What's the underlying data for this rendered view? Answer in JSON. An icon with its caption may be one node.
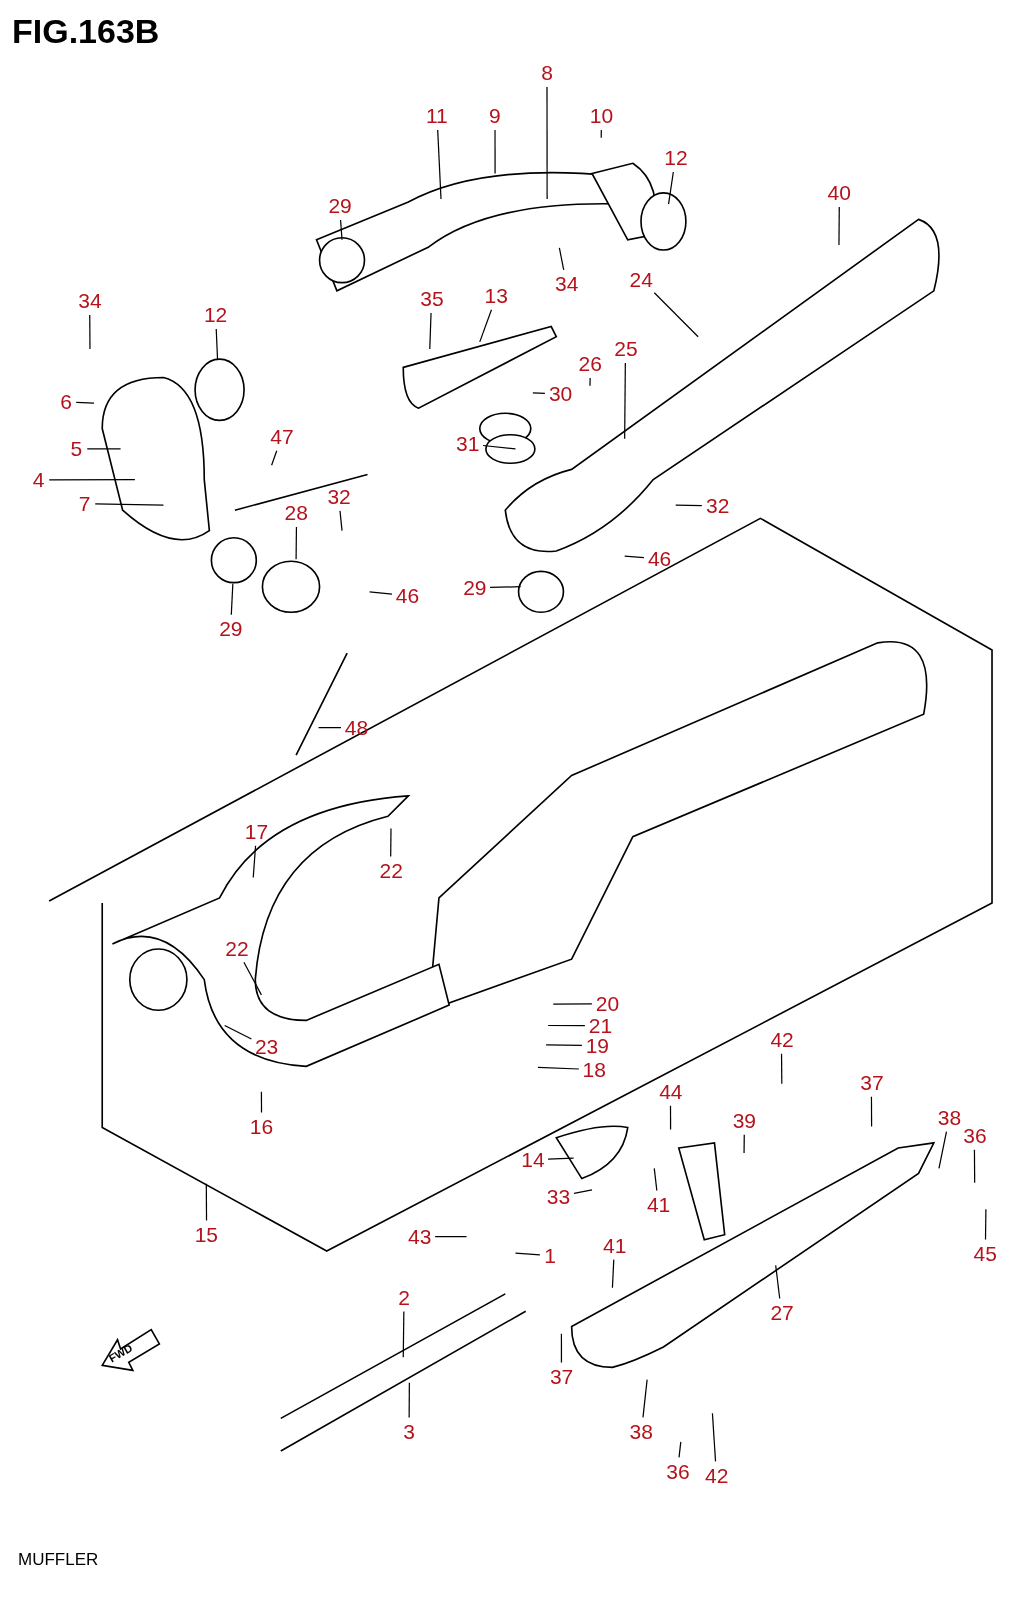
{
  "diagram": {
    "title": "FIG.163B",
    "caption": "MUFFLER",
    "nodes": [
      {
        "text": [
          "8"
        ]
      },
      {
        "text": [
          "11"
        ]
      },
      {
        "text": [
          "9"
        ]
      },
      {
        "text": [
          "10"
        ]
      },
      {
        "text": [
          "12"
        ]
      },
      {
        "text": [
          "40"
        ]
      },
      {
        "text": [
          "29"
        ]
      },
      {
        "text": [
          "34"
        ]
      },
      {
        "text": [
          "24"
        ]
      },
      {
        "text": [
          "34"
        ]
      },
      {
        "text": [
          "35"
        ]
      },
      {
        "text": [
          "13"
        ]
      },
      {
        "text": [
          "12"
        ]
      },
      {
        "text": [
          "26"
        ]
      },
      {
        "text": [
          "25"
        ]
      },
      {
        "text": [
          "6"
        ]
      },
      {
        "text": [
          "30"
        ]
      },
      {
        "text": [
          "5"
        ]
      },
      {
        "text": [
          "47"
        ]
      },
      {
        "text": [
          "31"
        ]
      },
      {
        "text": [
          "4"
        ]
      },
      {
        "text": [
          "7"
        ]
      },
      {
        "text": [
          "32"
        ]
      },
      {
        "text": [
          "32"
        ]
      },
      {
        "text": [
          "28"
        ]
      },
      {
        "text": [
          "46"
        ]
      },
      {
        "text": [
          "29"
        ]
      },
      {
        "text": [
          "46"
        ]
      },
      {
        "text": [
          "29"
        ]
      },
      {
        "text": [
          "48"
        ]
      },
      {
        "text": [
          "17"
        ]
      },
      {
        "text": [
          "22"
        ]
      },
      {
        "text": [
          "22"
        ]
      },
      {
        "text": [
          "20"
        ]
      },
      {
        "text": [
          "21"
        ]
      },
      {
        "text": [
          "23"
        ]
      },
      {
        "text": [
          "19"
        ]
      },
      {
        "text": [
          "42"
        ]
      },
      {
        "text": [
          "18"
        ]
      },
      {
        "text": [
          "37"
        ]
      },
      {
        "text": [
          "44"
        ]
      },
      {
        "text": [
          "16"
        ]
      },
      {
        "text": [
          "38"
        ]
      },
      {
        "text": [
          "39"
        ]
      },
      {
        "text": [
          "36"
        ]
      },
      {
        "text": [
          "14"
        ]
      },
      {
        "text": [
          "33"
        ]
      },
      {
        "text": [
          "41"
        ]
      },
      {
        "text": [
          "15"
        ]
      },
      {
        "text": [
          "43"
        ]
      },
      {
        "text": [
          "1"
        ]
      },
      {
        "text": [
          "45"
        ]
      },
      {
        "text": [
          "41"
        ]
      },
      {
        "text": [
          "2"
        ]
      },
      {
        "text": [
          "27"
        ]
      },
      {
        "text": [
          "37"
        ]
      },
      {
        "text": [
          "3"
        ]
      },
      {
        "text": [
          "38"
        ]
      },
      {
        "text": [
          "36"
        ]
      },
      {
        "text": [
          "42"
        ]
      }
    ],
    "edges": [
      {
        "from": 0,
        "to": null,
        "arrow": "none"
      },
      {
        "from": 1,
        "to": null,
        "arrow": "none"
      },
      {
        "from": 2,
        "to": null,
        "arrow": "none"
      },
      {
        "from": 3,
        "to": null,
        "arrow": "none"
      },
      {
        "from": 4,
        "to": null,
        "arrow": "none"
      },
      {
        "from": 5,
        "to": null,
        "arrow": "none"
      },
      {
        "from": 6,
        "to": null,
        "arrow": "none"
      },
      {
        "from": 7,
        "to": null,
        "arrow": "none"
      },
      {
        "from": 8,
        "to": null,
        "arrow": "none"
      },
      {
        "from": 9,
        "to": null,
        "arrow": "none"
      },
      {
        "from": 10,
        "to": null,
        "arrow": "none"
      },
      {
        "from": 11,
        "to": null,
        "arrow": "none"
      },
      {
        "from": 12,
        "to": null,
        "arrow": "none"
      },
      {
        "from": 13,
        "to": null,
        "arrow": "none"
      },
      {
        "from": 14,
        "to": null,
        "arrow": "none"
      },
      {
        "from": 15,
        "to": null,
        "arrow": "none"
      },
      {
        "from": 16,
        "to": null,
        "arrow": "none"
      },
      {
        "from": 17,
        "to": null,
        "arrow": "none"
      },
      {
        "from": 18,
        "to": null,
        "arrow": "none"
      },
      {
        "from": 19,
        "to": null,
        "arrow": "none"
      },
      {
        "from": 20,
        "to": null,
        "arrow": "none"
      },
      {
        "from": 21,
        "to": null,
        "arrow": "none"
      },
      {
        "from": 22,
        "to": null,
        "arrow": "none"
      },
      {
        "from": 23,
        "to": null,
        "arrow": "none"
      },
      {
        "from": 24,
        "to": null,
        "arrow": "none"
      },
      {
        "from": 25,
        "to": null,
        "arrow": "none"
      },
      {
        "from": 26,
        "to": null,
        "arrow": "none"
      },
      {
        "from": 27,
        "to": null,
        "arrow": "none"
      },
      {
        "from": 28,
        "to": null,
        "arrow": "none"
      },
      {
        "from": 29,
        "to": null,
        "arrow": "none"
      },
      {
        "from": 30,
        "to": null,
        "arrow": "none"
      },
      {
        "from": 31,
        "to": null,
        "arrow": "none"
      },
      {
        "from": 32,
        "to": null,
        "arrow": "none"
      },
      {
        "from": 33,
        "to": null,
        "arrow": "none"
      },
      {
        "from": 34,
        "to": null,
        "arrow": "none"
      },
      {
        "from": 35,
        "to": null,
        "arrow": "none"
      },
      {
        "from": 36,
        "to": null,
        "arrow": "none"
      },
      {
        "from": 37,
        "to": null,
        "arrow": "none"
      },
      {
        "from": 38,
        "to": null,
        "arrow": "none"
      },
      {
        "from": 39,
        "to": null,
        "arrow": "none"
      },
      {
        "from": 40,
        "to": null,
        "arrow": "none"
      },
      {
        "from": 41,
        "to": null,
        "arrow": "none"
      },
      {
        "from": 42,
        "to": null,
        "arrow": "none"
      },
      {
        "from": 43,
        "to": null,
        "arrow": "none"
      },
      {
        "from": 44,
        "to": null,
        "arrow": "none"
      },
      {
        "from": 45,
        "to": null,
        "arrow": "none"
      },
      {
        "from": 46,
        "to": null,
        "arrow": "none"
      },
      {
        "from": 47,
        "to": null,
        "arrow": "none"
      },
      {
        "from": 48,
        "to": null,
        "arrow": "none"
      },
      {
        "from": 49,
        "to": null,
        "arrow": "none"
      },
      {
        "from": 50,
        "to": null,
        "arrow": "none"
      },
      {
        "from": 51,
        "to": null,
        "arrow": "none"
      },
      {
        "from": 52,
        "to": null,
        "arrow": "none"
      },
      {
        "from": 53,
        "to": null,
        "arrow": "none"
      },
      {
        "from": 54,
        "to": null,
        "arrow": "none"
      },
      {
        "from": 55,
        "to": null,
        "arrow": "none"
      },
      {
        "from": 56,
        "to": null,
        "arrow": "none"
      },
      {
        "from": 57,
        "to": null,
        "arrow": "none"
      },
      {
        "from": 58,
        "to": null,
        "arrow": "none"
      },
      {
        "from": 59,
        "to": null,
        "arrow": "none"
      }
    ],
    "labels": [
      "FWD"
    ]
  }
}
